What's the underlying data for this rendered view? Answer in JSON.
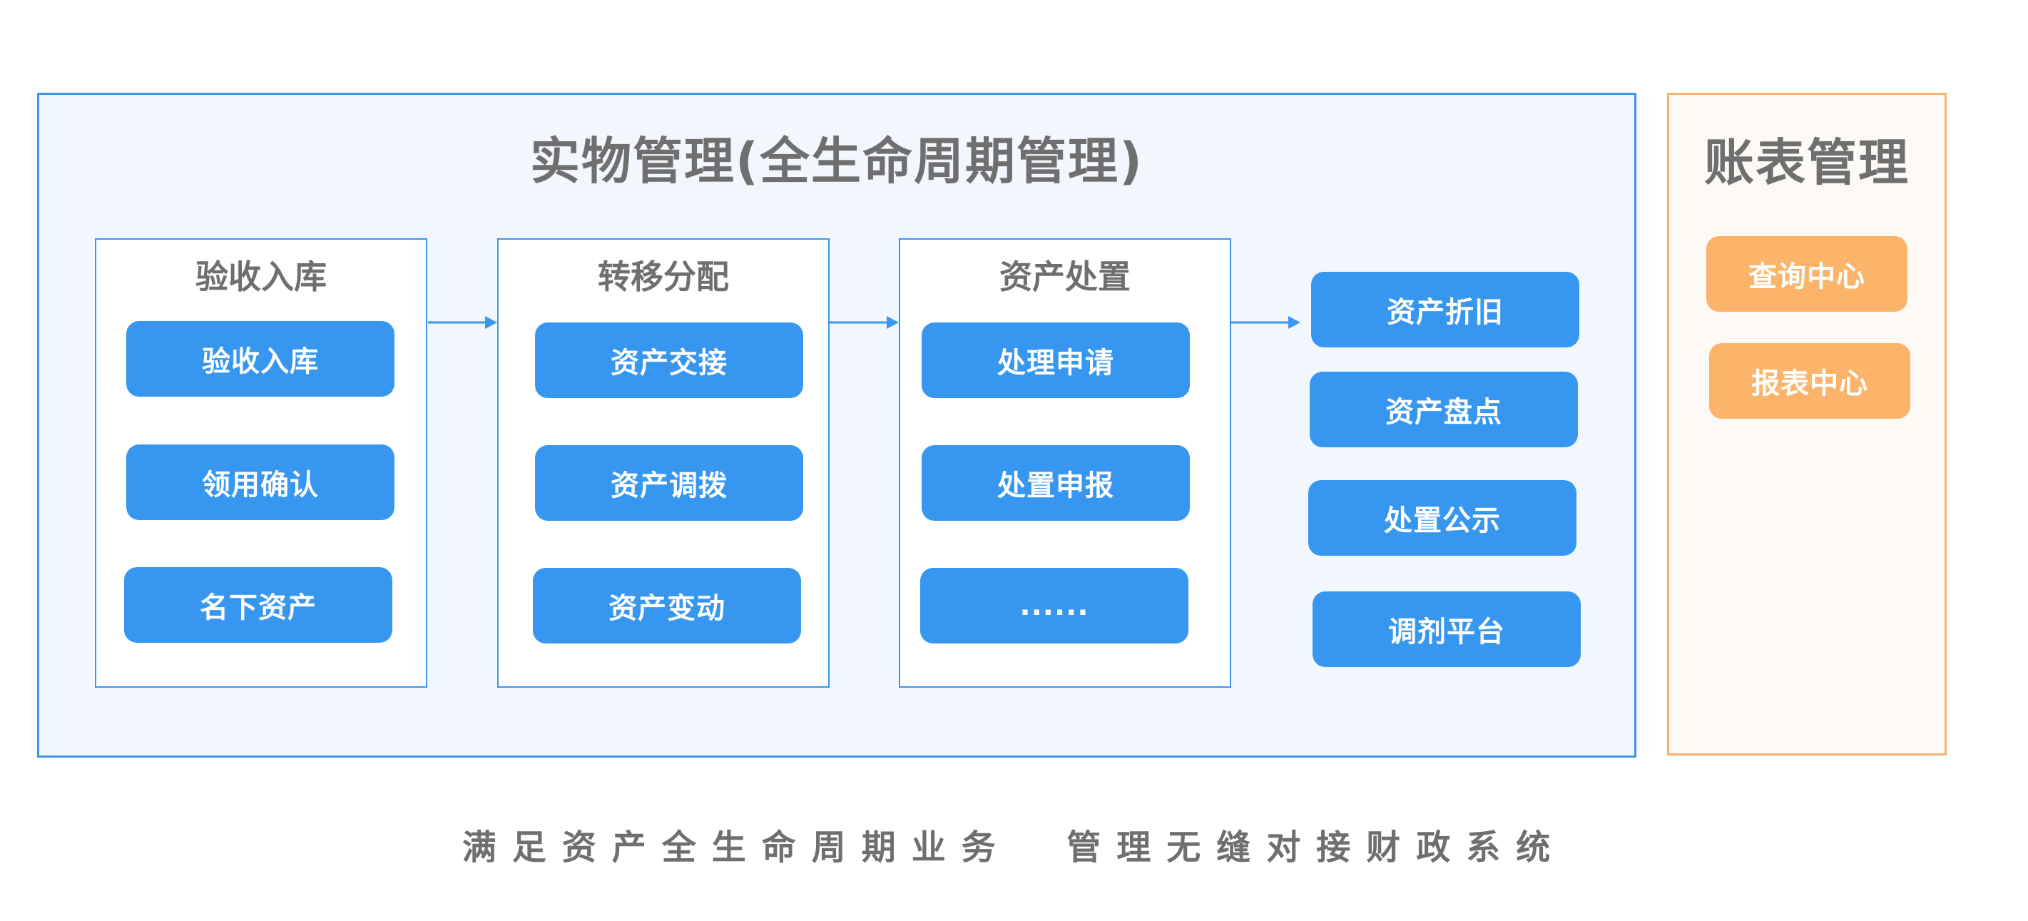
{
  "physical": {
    "title": "实物管理(全生命周期管理)",
    "stages": [
      {
        "title": "验收入库",
        "items": [
          "验收入库",
          "领用确认",
          "名下资产"
        ]
      },
      {
        "title": "转移分配",
        "items": [
          "资产交接",
          "资产调拨",
          "资产变动"
        ]
      },
      {
        "title": "资产处置",
        "items": [
          "处理申请",
          "处置申报",
          "......"
        ]
      }
    ],
    "extra_items": [
      "资产折旧",
      "资产盘点",
      "处置公示",
      "调剂平台"
    ]
  },
  "ledger": {
    "title": "账表管理",
    "items": [
      "查询中心",
      "报表中心"
    ]
  },
  "footer": "满足资产全生命周期业务  管理无缝对接财政系统",
  "colors": {
    "blue": "#3797f0",
    "blue_border": "#3b96ee",
    "orange": "#fbb469",
    "orange_border": "#f7b26a",
    "title_gray": "#6f6f6f"
  }
}
